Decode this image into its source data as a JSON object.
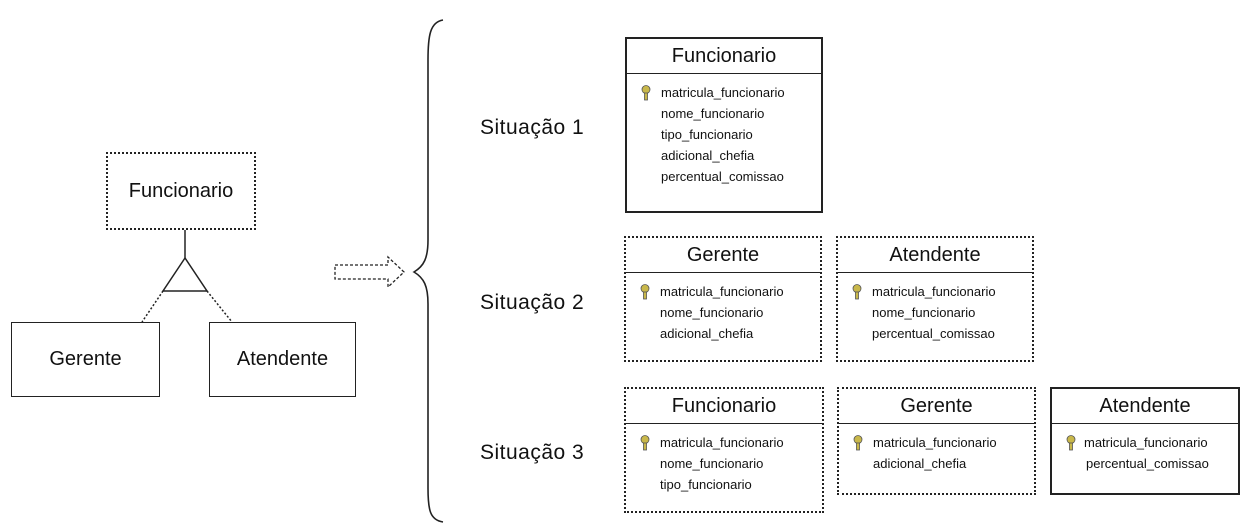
{
  "left_diagram": {
    "parent": "Funcionario",
    "child_left": "Gerente",
    "child_right": "Atendente"
  },
  "situations": [
    {
      "label": "Situação 1",
      "tables": [
        {
          "title": "Funcionario",
          "fields": [
            "matricula_funcionario",
            "nome_funcionario",
            "tipo_funcionario",
            "adicional_chefia",
            "percentual_comissao"
          ]
        }
      ]
    },
    {
      "label": "Situação 2",
      "tables": [
        {
          "title": "Gerente",
          "fields": [
            "matricula_funcionario",
            "nome_funcionario",
            "adicional_chefia"
          ]
        },
        {
          "title": "Atendente",
          "fields": [
            "matricula_funcionario",
            "nome_funcionario",
            "percentual_comissao"
          ]
        }
      ]
    },
    {
      "label": "Situação 3",
      "tables": [
        {
          "title": "Funcionario",
          "fields": [
            "matricula_funcionario",
            "nome_funcionario",
            "tipo_funcionario"
          ]
        },
        {
          "title": "Gerente",
          "fields": [
            "matricula_funcionario",
            "adicional_chefia"
          ]
        },
        {
          "title": "Atendente",
          "fields": [
            "matricula_funcionario",
            "percentual_comissao"
          ]
        }
      ]
    }
  ],
  "icons": {
    "primary_key": "key-icon",
    "transform_arrow": "right-arrow-icon",
    "brace": "curly-brace"
  }
}
